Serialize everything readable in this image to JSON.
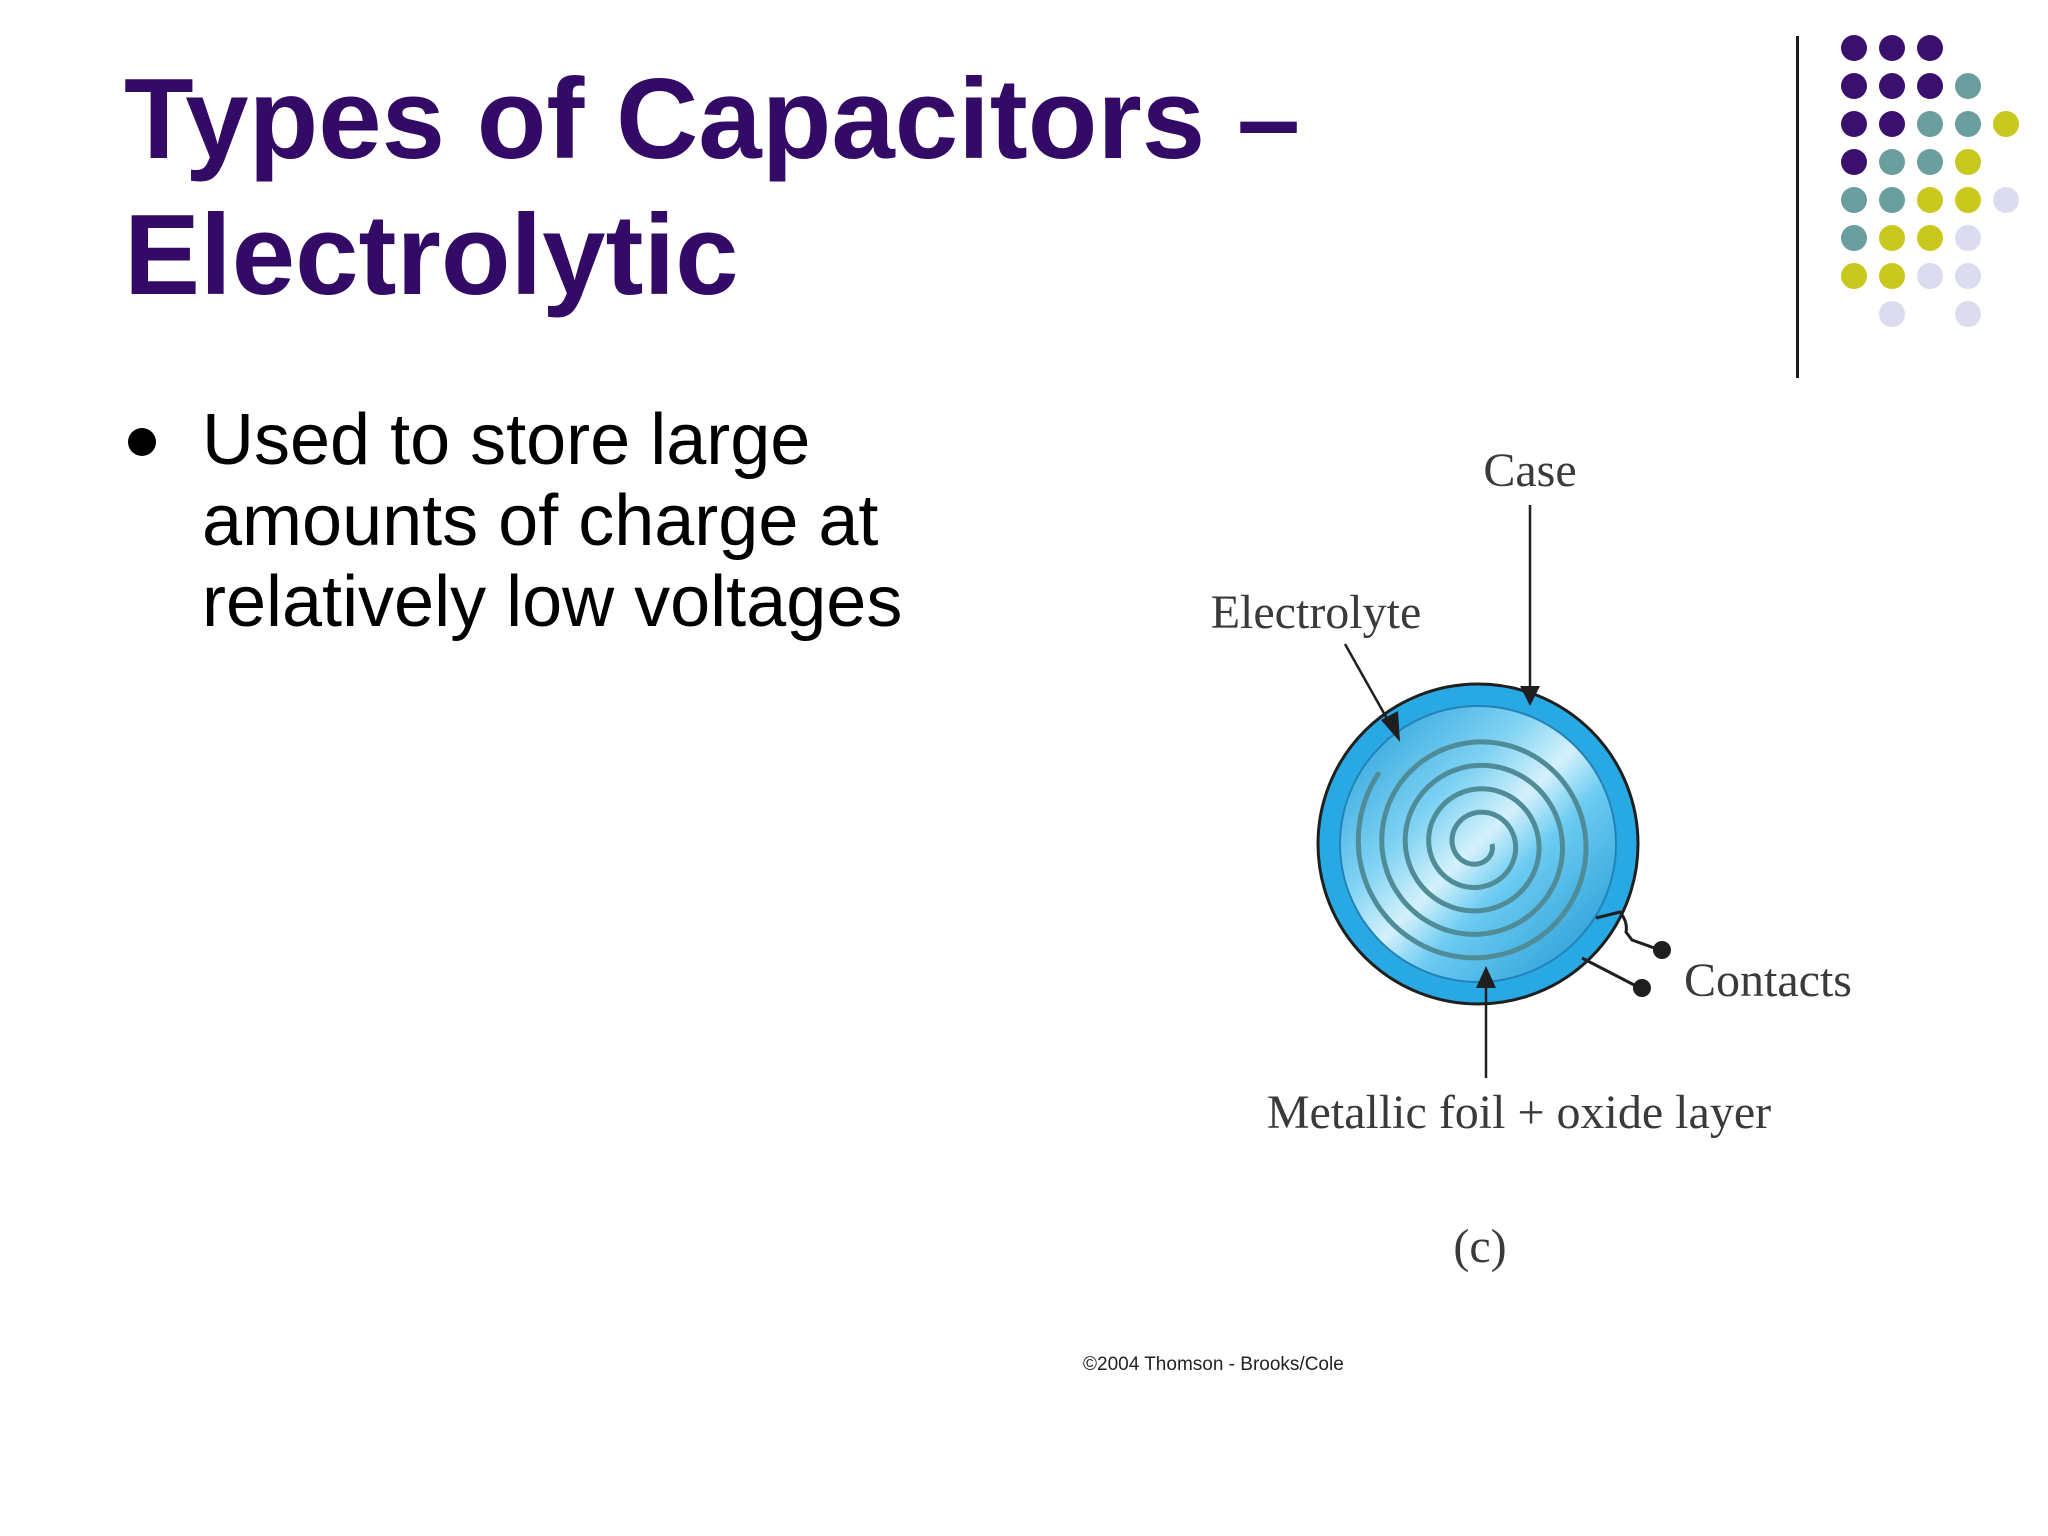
{
  "slide": {
    "title_line1": "Types of Capacitors –",
    "title_line2": "Electrolytic",
    "bullets": [
      "Used to store large amounts of charge at relatively low voltages"
    ]
  },
  "figure": {
    "labels": {
      "case": "Case",
      "electrolyte": "Electrolyte",
      "contacts": "Contacts",
      "foil": "Metallic foil + oxide layer",
      "panel": "(c)"
    },
    "copyright": "©2004 Thomson - Brooks/Cole"
  },
  "colors": {
    "title": "#330a66",
    "dot_purple": "#3b0f6e",
    "dot_teal": "#6b9e9e",
    "dot_yellow": "#c8c81e",
    "dot_lavender": "#dcdcf0",
    "capacitor_blue": "#29a9e4",
    "capacitor_light": "#9fdcf6"
  }
}
